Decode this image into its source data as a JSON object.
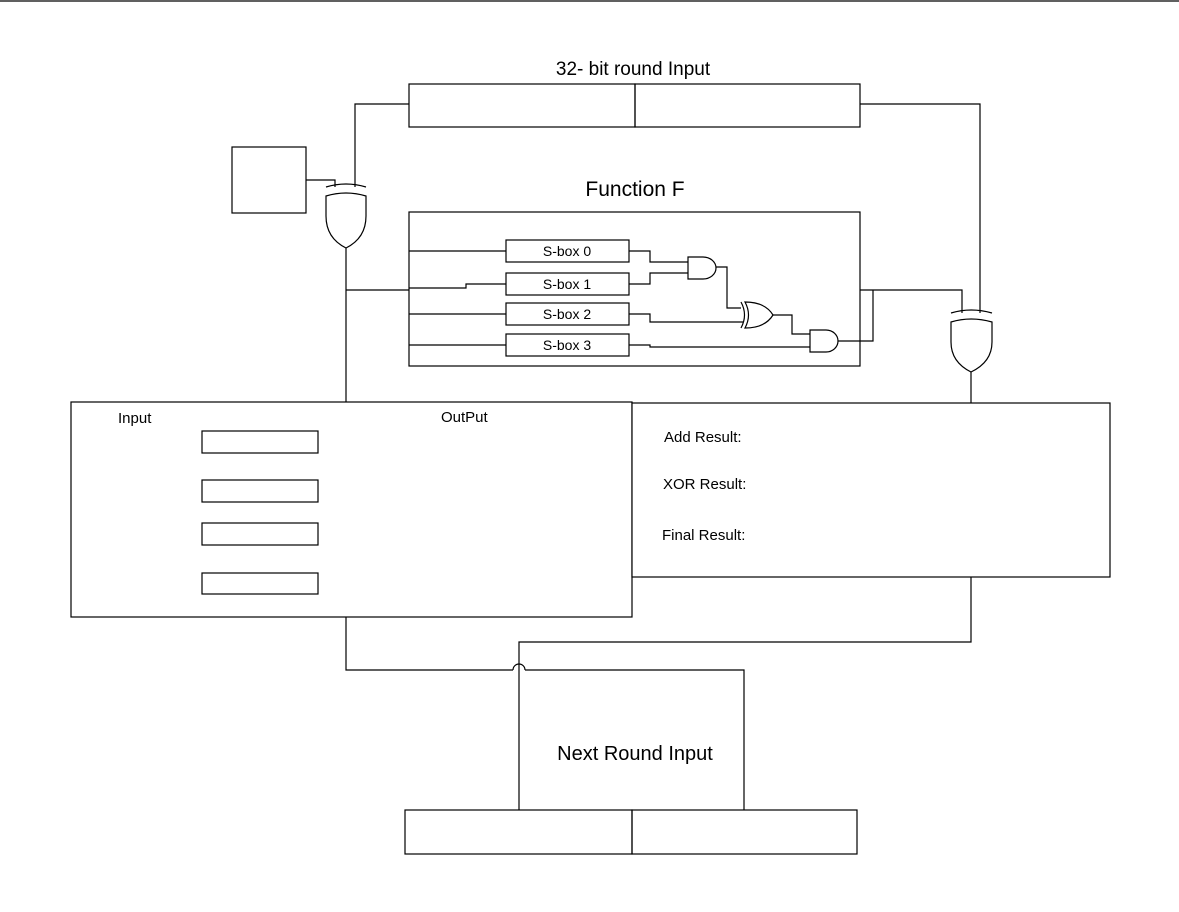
{
  "title_top": "32- bit round Input",
  "function_title": "Function F",
  "sboxes": [
    "S-box 0",
    "S-box 1",
    "S-box 2",
    "S-box 3"
  ],
  "input_panel": {
    "input_label": "Input",
    "output_label": "OutPut"
  },
  "results_panel": {
    "add_label": "Add Result:",
    "xor_label": "XOR Result:",
    "final_label": "Final Result:"
  },
  "next_round_label": "Next Round Input"
}
